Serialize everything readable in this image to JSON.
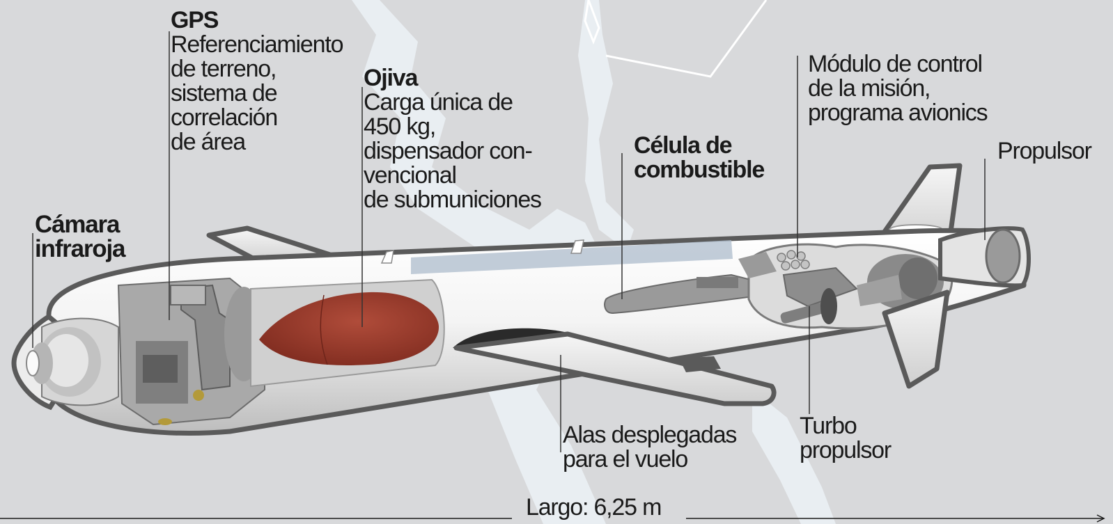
{
  "labels": {
    "camera": {
      "title": "Cámara\ninfraroja"
    },
    "gps": {
      "title": "GPS",
      "desc": "Referenciamiento\nde terreno,\nsistema de\ncorrelación\nde área"
    },
    "warhead": {
      "title": "Ojiva",
      "desc": "Carga única de\n450 kg,\ndispensador con-\nvencional\nde submuniciones"
    },
    "fuel": {
      "title": "Célula de\ncombustible"
    },
    "mission": {
      "desc": "Módulo de control\nde la misión,\nprograma avionics"
    },
    "thruster": {
      "desc": "Propulsor"
    },
    "wings": {
      "desc": "Alas desplegadas\npara el vuelo"
    },
    "turbo": {
      "desc": "Turbo\npropulsor"
    }
  },
  "length_label": "Largo: 6,25 m",
  "colors": {
    "background": "#d8d9db",
    "map_water": "#e9eef2",
    "warhead": "#9a3a2c",
    "outline": "#5a5a5a",
    "text": "#1a1a1a"
  }
}
